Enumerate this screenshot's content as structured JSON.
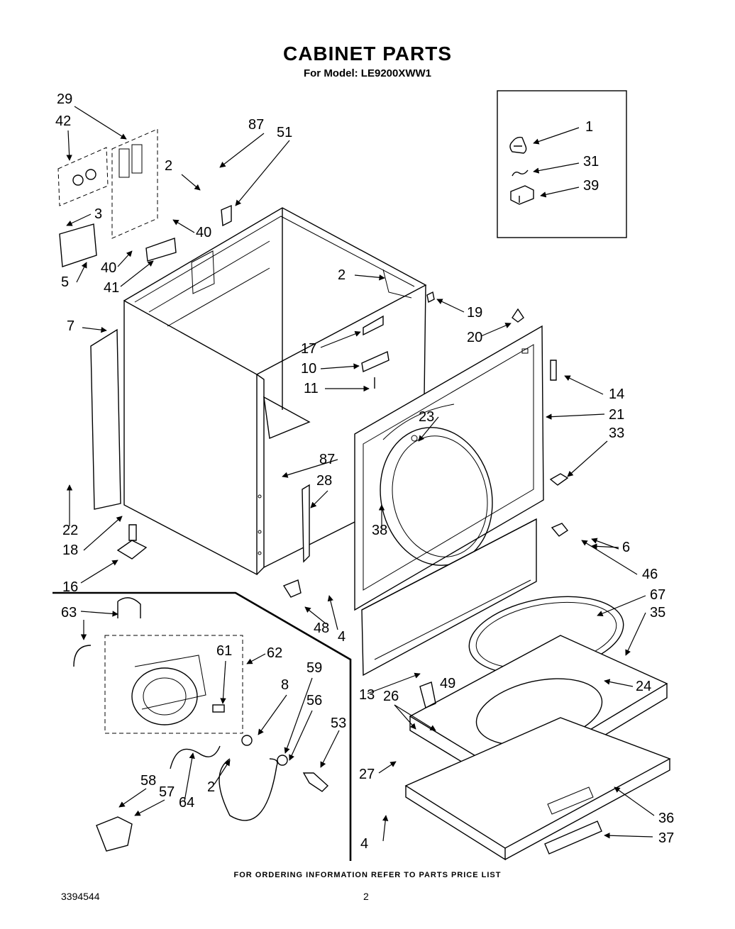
{
  "title": "CABINET PARTS",
  "subtitle": "For Model: LE9200XWW1",
  "footer_note": "FOR ORDERING INFORMATION REFER TO PARTS PRICE LIST",
  "document_number": "3394544",
  "page_number": "2",
  "callouts": [
    {
      "id": "c29",
      "label": "29"
    },
    {
      "id": "c42",
      "label": "42"
    },
    {
      "id": "c87a",
      "label": "87"
    },
    {
      "id": "c51",
      "label": "51"
    },
    {
      "id": "c2a",
      "label": "2"
    },
    {
      "id": "c3",
      "label": "3"
    },
    {
      "id": "c40a",
      "label": "40"
    },
    {
      "id": "c40b",
      "label": "40"
    },
    {
      "id": "c5",
      "label": "5"
    },
    {
      "id": "c41",
      "label": "41"
    },
    {
      "id": "c1",
      "label": "1"
    },
    {
      "id": "c31",
      "label": "31"
    },
    {
      "id": "c39",
      "label": "39"
    },
    {
      "id": "c2b",
      "label": "2"
    },
    {
      "id": "c19",
      "label": "19"
    },
    {
      "id": "c20",
      "label": "20"
    },
    {
      "id": "c7",
      "label": "7"
    },
    {
      "id": "c17",
      "label": "17"
    },
    {
      "id": "c10",
      "label": "10"
    },
    {
      "id": "c11",
      "label": "11"
    },
    {
      "id": "c14",
      "label": "14"
    },
    {
      "id": "c21",
      "label": "21"
    },
    {
      "id": "c23",
      "label": "23"
    },
    {
      "id": "c33",
      "label": "33"
    },
    {
      "id": "c87b",
      "label": "87"
    },
    {
      "id": "c28",
      "label": "28"
    },
    {
      "id": "c22",
      "label": "22"
    },
    {
      "id": "c18",
      "label": "18"
    },
    {
      "id": "c38",
      "label": "38"
    },
    {
      "id": "c6",
      "label": "6"
    },
    {
      "id": "c46",
      "label": "46"
    },
    {
      "id": "c16",
      "label": "16"
    },
    {
      "id": "c67",
      "label": "67"
    },
    {
      "id": "c35",
      "label": "35"
    },
    {
      "id": "c63",
      "label": "63"
    },
    {
      "id": "c48",
      "label": "48"
    },
    {
      "id": "c4a",
      "label": "4"
    },
    {
      "id": "c61",
      "label": "61"
    },
    {
      "id": "c62",
      "label": "62"
    },
    {
      "id": "c59",
      "label": "59"
    },
    {
      "id": "c8",
      "label": "8"
    },
    {
      "id": "c56",
      "label": "56"
    },
    {
      "id": "c53",
      "label": "53"
    },
    {
      "id": "c13",
      "label": "13"
    },
    {
      "id": "c26",
      "label": "26"
    },
    {
      "id": "c49",
      "label": "49"
    },
    {
      "id": "c24",
      "label": "24"
    },
    {
      "id": "c27",
      "label": "27"
    },
    {
      "id": "c58",
      "label": "58"
    },
    {
      "id": "c57",
      "label": "57"
    },
    {
      "id": "c64",
      "label": "64"
    },
    {
      "id": "c2c",
      "label": "2"
    },
    {
      "id": "c36",
      "label": "36"
    },
    {
      "id": "c4b",
      "label": "4"
    },
    {
      "id": "c37",
      "label": "37"
    }
  ]
}
